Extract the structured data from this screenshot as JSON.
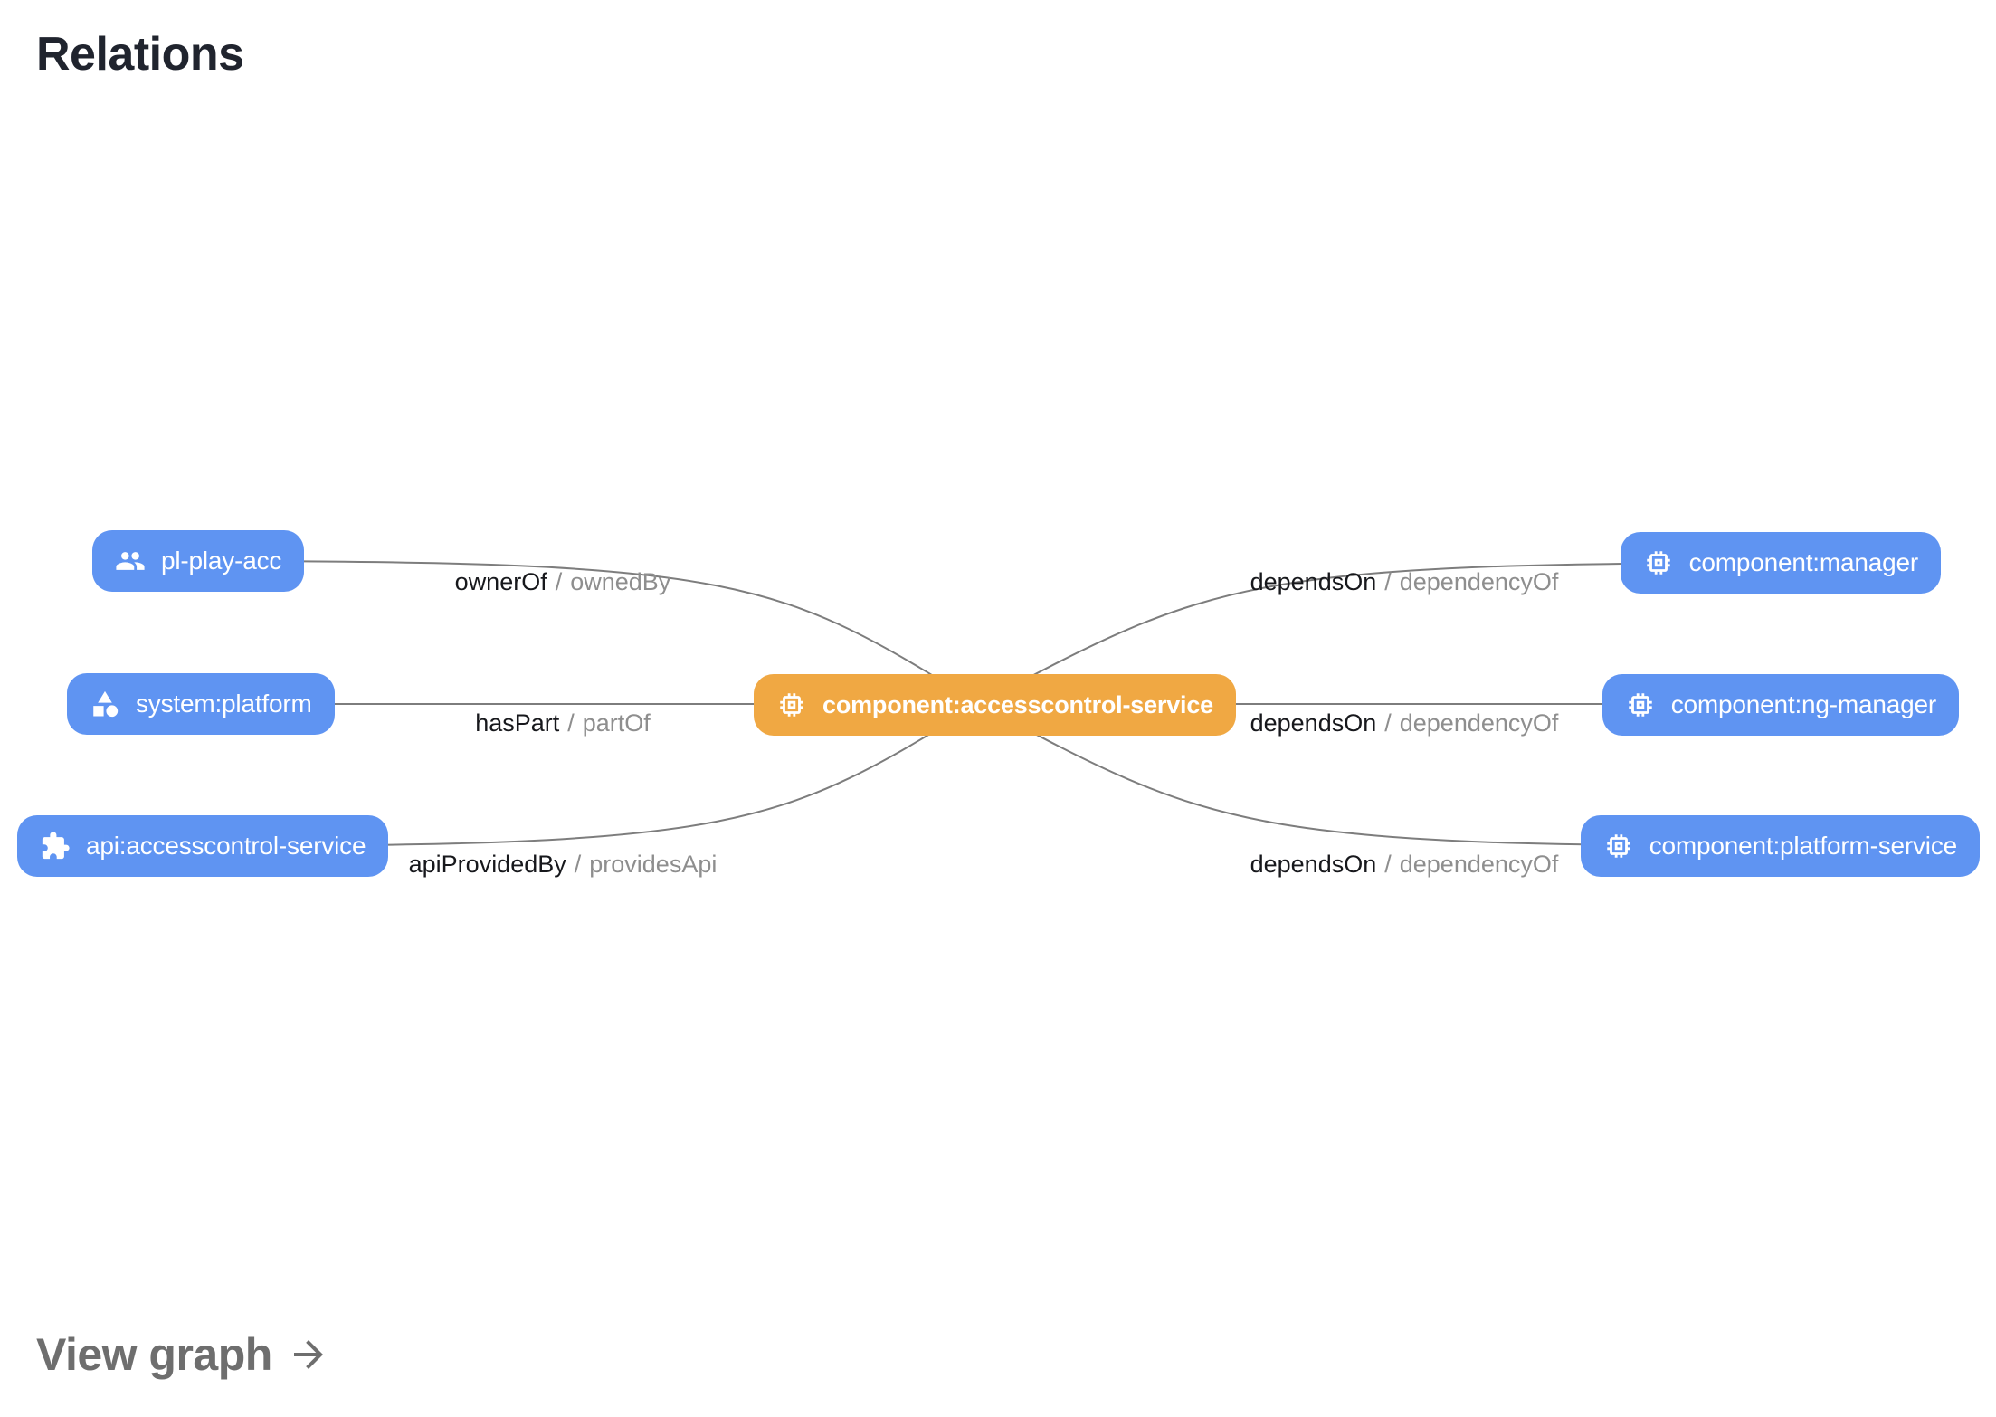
{
  "title": "Relations",
  "separator": "/",
  "view_graph_label": "View graph",
  "colors": {
    "node_blue": "#5f94f2",
    "node_orange": "#f0a843",
    "edge_line": "#7d7d7d",
    "relation_text": "#17181c",
    "inverse_text": "#8e8e8e",
    "title_text": "#20242e",
    "view_graph_text": "#6e6e6e"
  },
  "center_node": {
    "label": "component:accesscontrol-service",
    "icon": "memory-chip-icon"
  },
  "left_nodes": [
    {
      "label": "pl-play-acc",
      "icon": "group-icon",
      "relation": "ownerOf",
      "inverse": "ownedBy"
    },
    {
      "label": "system:platform",
      "icon": "category-icon",
      "relation": "hasPart",
      "inverse": "partOf"
    },
    {
      "label": "api:accesscontrol-service",
      "icon": "extension-icon",
      "relation": "apiProvidedBy",
      "inverse": "providesApi"
    }
  ],
  "right_nodes": [
    {
      "label": "component:manager",
      "icon": "memory-chip-icon",
      "relation": "dependsOn",
      "inverse": "dependencyOf"
    },
    {
      "label": "component:ng-manager",
      "icon": "memory-chip-icon",
      "relation": "dependsOn",
      "inverse": "dependencyOf"
    },
    {
      "label": "component:platform-service",
      "icon": "memory-chip-icon",
      "relation": "dependsOn",
      "inverse": "dependencyOf"
    }
  ]
}
